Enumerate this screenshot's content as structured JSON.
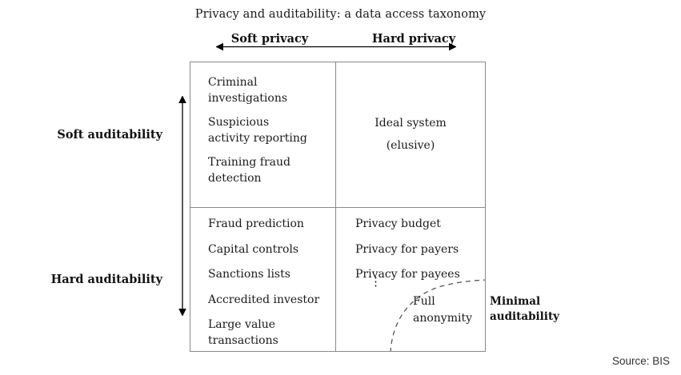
{
  "chart_data": {
    "type": "table",
    "title": "Privacy and auditability: a data access taxonomy",
    "xlabel": "",
    "ylabel": "",
    "grid": true,
    "column_headers": [
      "Soft privacy",
      "Hard privacy"
    ],
    "row_headers": [
      "Soft auditability",
      "Hard auditability"
    ],
    "cells": [
      {
        "row": "Soft auditability",
        "column": "Soft privacy",
        "items": [
          "Criminal\ninvestigations",
          "Suspicious\nactivity reporting",
          "Training fraud\ndetection"
        ]
      },
      {
        "row": "Soft auditability",
        "column": "Hard privacy",
        "items": [
          "Ideal system",
          "(elusive)"
        ]
      },
      {
        "row": "Hard auditability",
        "column": "Soft privacy",
        "items": [
          "Fraud prediction",
          "Capital controls",
          "Sanctions lists",
          "Accredited investor",
          "Large value\ntransactions"
        ]
      },
      {
        "row": "Hard auditability",
        "column": "Hard privacy",
        "items": [
          "Privacy budget",
          "Privacy for payers",
          "Privacy for payees",
          "⋮",
          "Full\nanonymity"
        ]
      }
    ],
    "annotations": [
      "Minimal\nauditability"
    ],
    "source": "Source: BIS"
  },
  "title": "Privacy and auditability: a data access taxonomy",
  "axes": {
    "columns": {
      "soft_label": "Soft privacy",
      "hard_label": "Hard privacy"
    },
    "rows": {
      "soft_label": "Soft auditability",
      "hard_label": "Hard auditability"
    }
  },
  "matrix": {
    "top_left": {
      "items": [
        "Criminal\ninvestigations",
        "Suspicious\nactivity reporting",
        "Training fraud\ndetection"
      ]
    },
    "top_right": {
      "line1": "Ideal system",
      "line2": "(elusive)"
    },
    "bottom_left": {
      "items": [
        "Fraud prediction",
        "Capital controls",
        "Sanctions lists",
        "Accredited investor",
        "Large value\ntransactions"
      ]
    },
    "bottom_right": {
      "items": [
        "Privacy budget",
        "Privacy for payers",
        "Privacy for payees"
      ],
      "ellipsis": "⋮",
      "full_anonymity": "Full\nanonymity"
    }
  },
  "annotation": {
    "minimal_auditability": "Minimal\nauditability"
  },
  "source": "Source: BIS",
  "colors": {
    "border": "#8a8a8a",
    "text": "#1a1a1a",
    "arrow": "#000000",
    "dashed_arc": "#555555"
  }
}
